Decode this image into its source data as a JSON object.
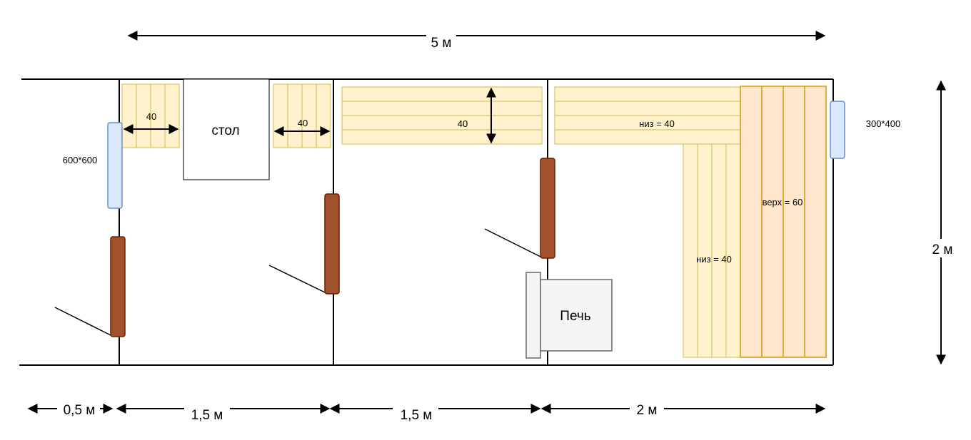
{
  "dimensions": {
    "total_width": "5 м",
    "height": "2 м",
    "segment_1": "0,5 м",
    "segment_2": "1,5 м",
    "segment_3": "1,5 м",
    "segment_4": "2 м"
  },
  "windows": {
    "left": "600*600",
    "right": "300*400"
  },
  "furniture": {
    "table": "стол",
    "stove": "Печь"
  },
  "benches": {
    "room1_left": "40",
    "room1_right": "40",
    "room2": "40",
    "sauna_top_bench": "низ = 40",
    "sauna_lower_bench": "низ = 40",
    "sauna_upper_bench": "верх = 60"
  },
  "colors": {
    "wall": "#000000",
    "bench_fill": "#fff2cc",
    "bench_stroke": "#d6b656",
    "upper_bench_fill": "#ffe6cc",
    "upper_bench_stroke": "#d79b00",
    "door_fill": "#a0522d",
    "door_stroke": "#6d1f00",
    "window_fill": "#dae8fc",
    "window_stroke": "#6c8ebf",
    "stove_fill": "#f5f5f5",
    "stove_stroke": "#666666"
  }
}
